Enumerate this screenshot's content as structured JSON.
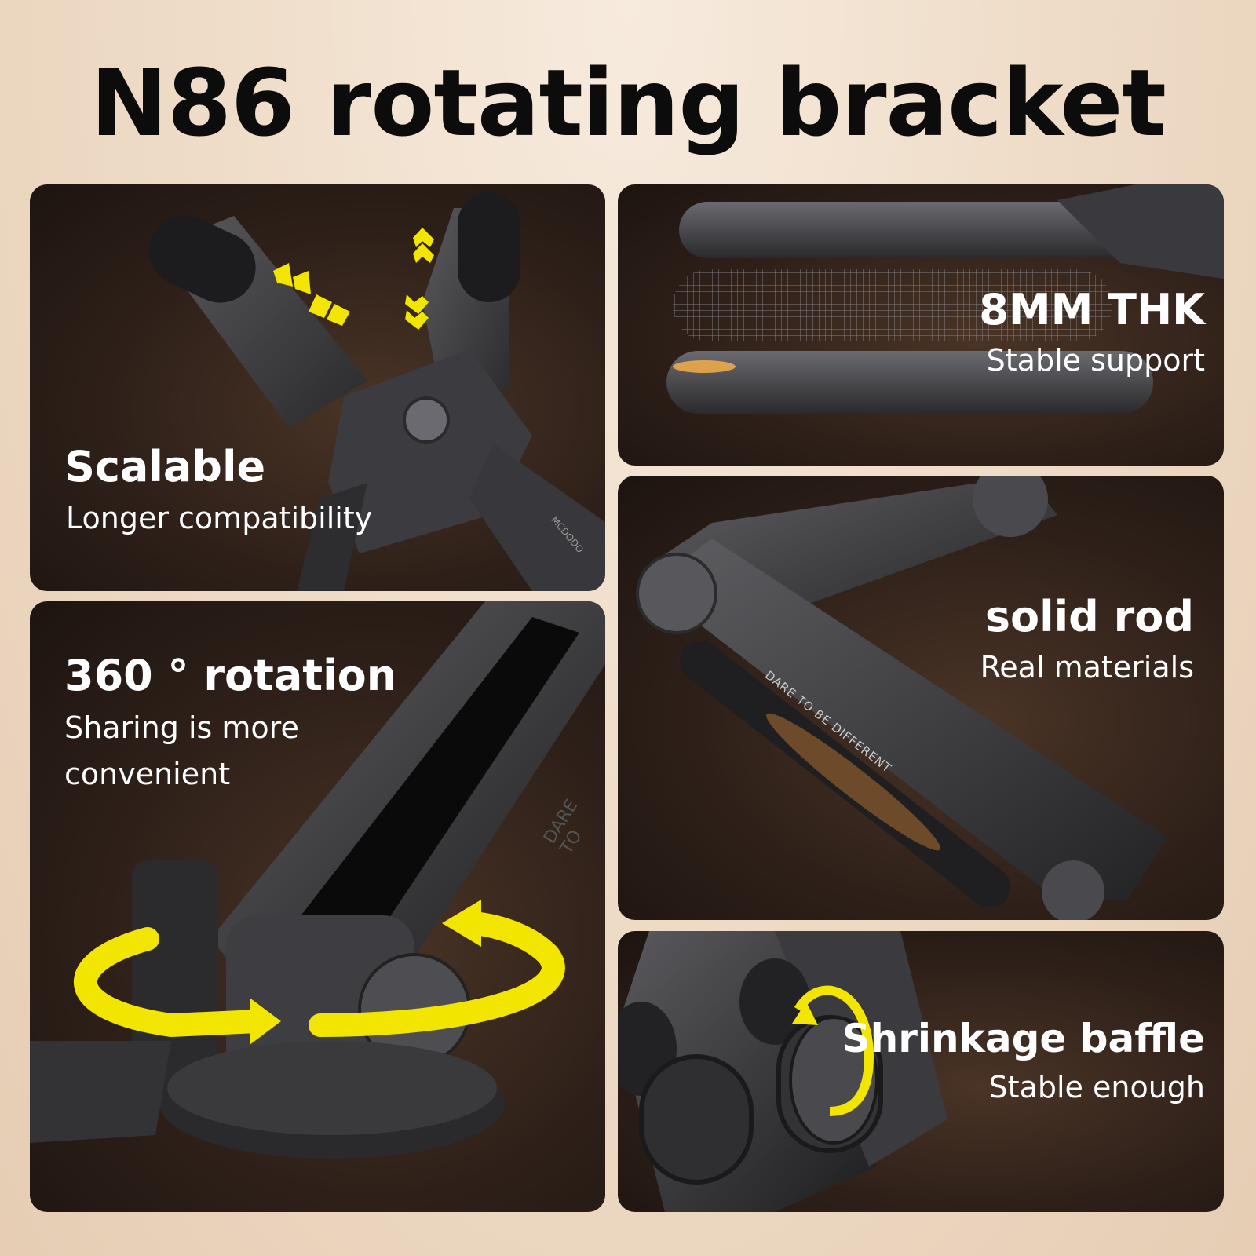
{
  "title": "N86 rotating bracket",
  "features": [
    {
      "heading": "Scalable",
      "subtitle": "Longer compatibility"
    },
    {
      "heading": "8MM THK",
      "subtitle": "Stable support"
    },
    {
      "heading": "solid rod",
      "subtitle": "Real materials"
    },
    {
      "heading": "360 ° rotation",
      "subtitle": "Sharing is more convenient"
    },
    {
      "heading": "Shrinkage baffle",
      "subtitle": "Stable enough"
    }
  ],
  "engravings": {
    "rod": "DARE TO BE DIFFERENT",
    "bracket": "DARE TO",
    "brand": "MCDODO",
    "brand_sub": "DARE TO BE DIFFERENT"
  },
  "colors": {
    "accent": "#f2e500",
    "panel": "#2e2019",
    "metal": "#3a3a3c",
    "background": "#efddc9"
  }
}
